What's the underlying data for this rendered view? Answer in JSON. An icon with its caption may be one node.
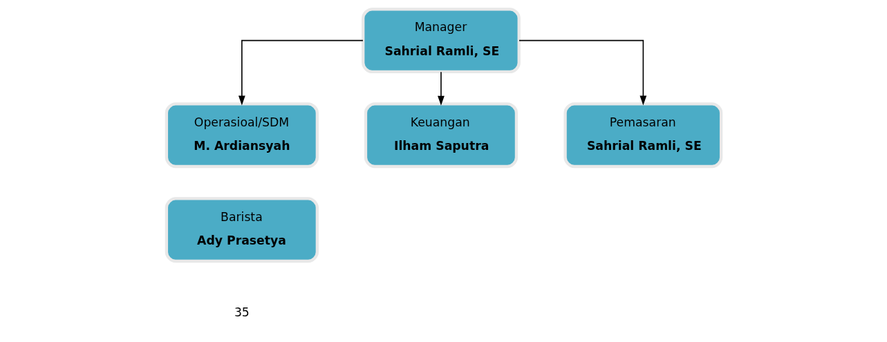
{
  "diagram": {
    "nodes": [
      {
        "text": [
          "Manager",
          "Sahrial Ramli, SE"
        ]
      },
      {
        "text": [
          "Operasioal/SDM",
          "M. Ardiansyah"
        ]
      },
      {
        "text": [
          "Keuangan",
          "Ilham Saputra"
        ]
      },
      {
        "text": [
          "Pemasaran",
          "Sahrial Ramli, SE"
        ]
      },
      {
        "text": [
          "Barista",
          "Ady Prasetya"
        ]
      }
    ],
    "edges": [
      {
        "from": 0,
        "to": 1,
        "arrow": "to"
      },
      {
        "from": 0,
        "to": 2,
        "arrow": "to"
      },
      {
        "from": 0,
        "to": 3,
        "arrow": "to"
      }
    ],
    "labels": [
      "35"
    ]
  }
}
